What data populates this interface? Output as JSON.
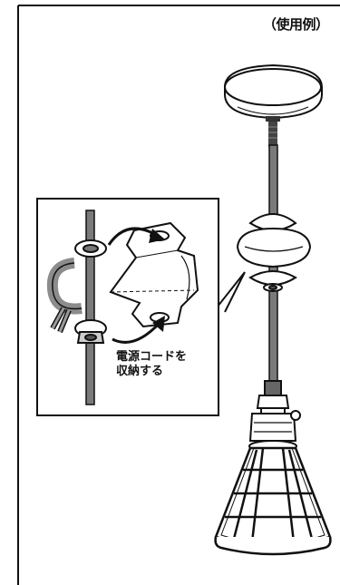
{
  "header": {
    "usage_example": "（使用例）"
  },
  "callout": {
    "line1": "電源コードを",
    "line2": "収納する"
  },
  "colors": {
    "line": "#111111",
    "cord_gray": "#7a7a7a",
    "coil_gray": "#8c8c8c",
    "background": "#ffffff"
  }
}
